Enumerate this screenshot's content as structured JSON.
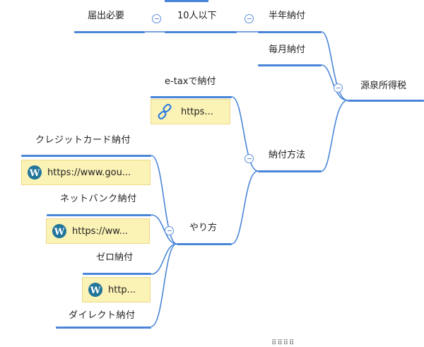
{
  "colors": {
    "line": "#4a86d8",
    "note_bg": "#fbf2b5",
    "wp_blue": "#21759b"
  },
  "root": {
    "label": "源泉所得税"
  },
  "branches": {
    "hannen": {
      "label": "半年納付"
    },
    "jyuunin": {
      "label": "10人以下"
    },
    "todoke": {
      "label": "届出必要"
    },
    "maitsuki": {
      "label": "毎月納付"
    },
    "noufu_houhou": {
      "label": "納付方法"
    },
    "etax": {
      "label": "e-taxで納付",
      "link": "https...",
      "icon": "chain-link-icon"
    },
    "yarikata": {
      "label": "やり方"
    },
    "credit": {
      "label": "クレジットカード納付",
      "link": "https://www.gou...",
      "icon": "wordpress-icon"
    },
    "netbank": {
      "label": "ネットバンク納付",
      "link": "https://ww...",
      "icon": "wordpress-icon"
    },
    "zero": {
      "label": "ゼロ納付",
      "link": "http...",
      "icon": "wordpress-icon"
    },
    "direct": {
      "label": "ダイレクト納付"
    }
  },
  "footer": {
    "dots": "⠿⠿⠿⠿"
  }
}
